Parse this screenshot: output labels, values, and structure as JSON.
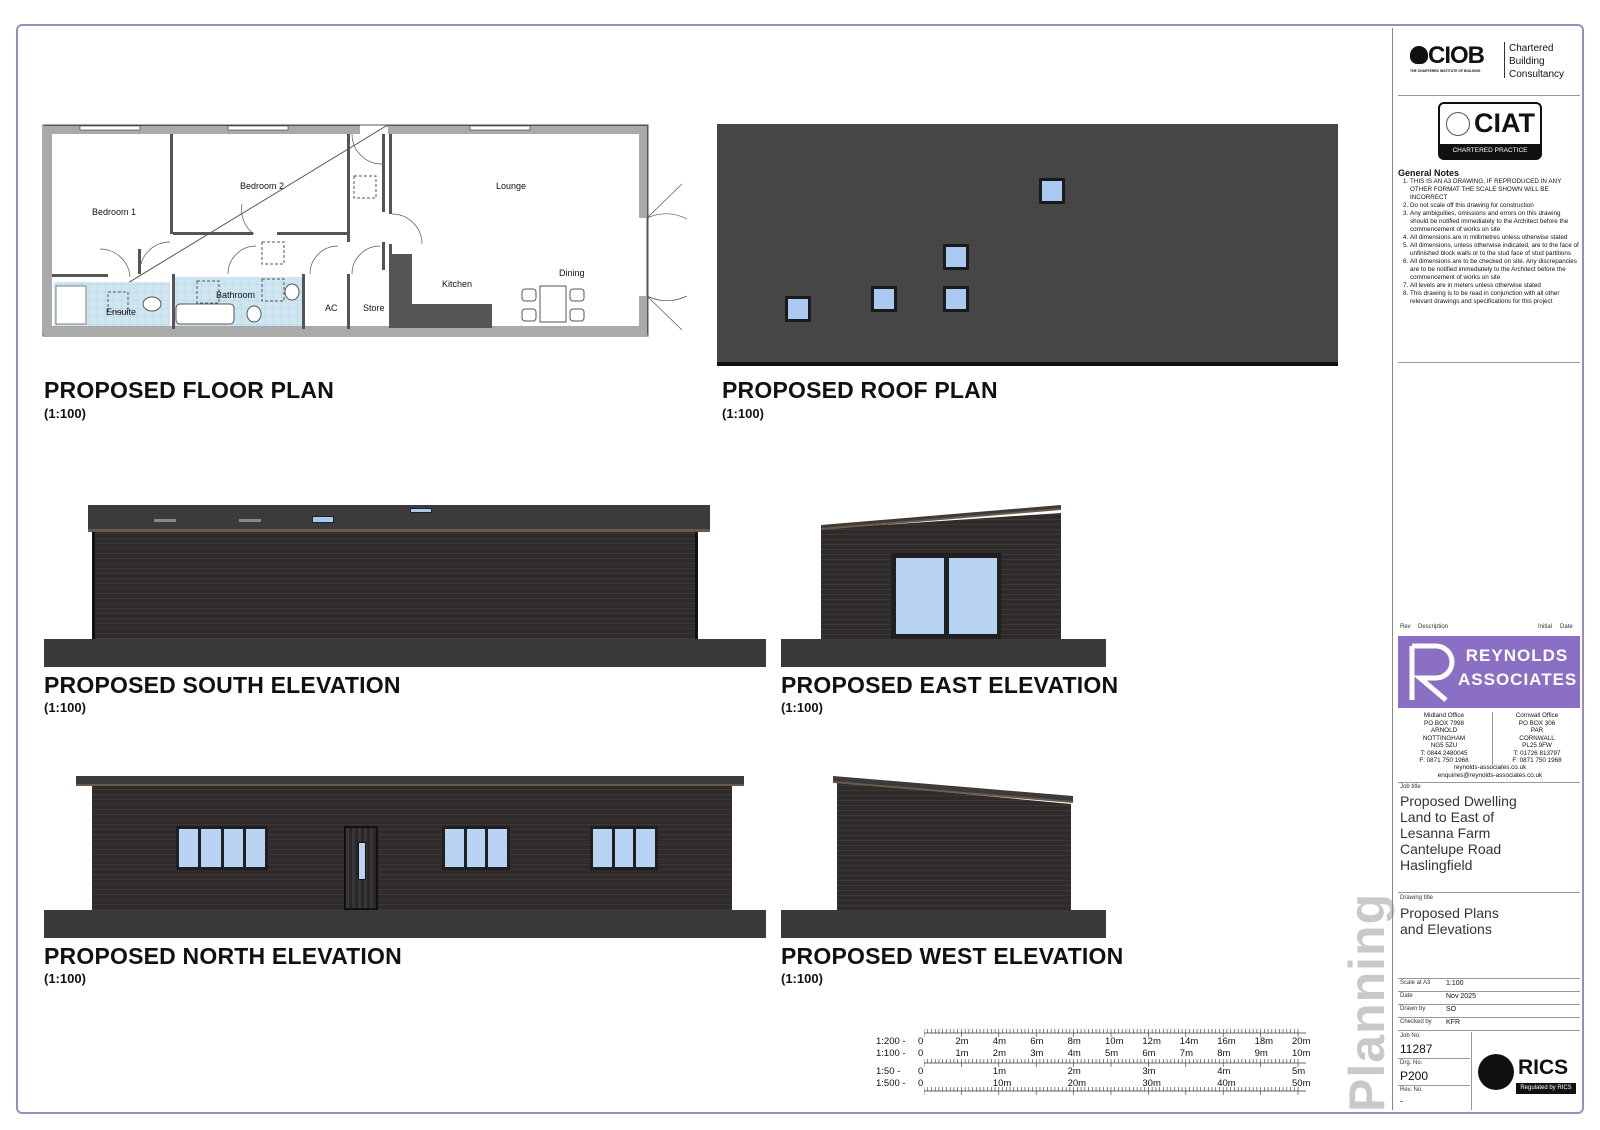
{
  "drawings": {
    "floor_plan": {
      "title": "PROPOSED FLOOR PLAN",
      "scale": "(1:100)"
    },
    "roof_plan": {
      "title": "PROPOSED ROOF PLAN",
      "scale": "(1:100)"
    },
    "south": {
      "title": "PROPOSED SOUTH ELEVATION",
      "scale": "(1:100)"
    },
    "east": {
      "title": "PROPOSED EAST ELEVATION",
      "scale": "(1:100)"
    },
    "north": {
      "title": "PROPOSED NORTH ELEVATION",
      "scale": "(1:100)"
    },
    "west": {
      "title": "PROPOSED WEST ELEVATION",
      "scale": "(1:100)"
    }
  },
  "rooms": {
    "bedroom1": "Bedroom 1",
    "bedroom2": "Bedroom 2",
    "lounge": "Lounge",
    "ensuite": "Ensuite",
    "bathroom": "Bathroom",
    "ac": "AC",
    "store": "Store",
    "kitchen": "Kitchen",
    "dining": "Dining"
  },
  "stamp": "Planning",
  "logos": {
    "ciob": "CIOB",
    "ciob_sub": "THE CHARTERED INSTITUTE OF BUILDING",
    "ciob_side": [
      "Chartered",
      "Building",
      "Consultancy"
    ],
    "ciat": "CIAT",
    "ciat_sub": "CHARTERED PRACTICE",
    "reynolds_1": "REYNOLDS",
    "reynolds_2": "ASSOCIATES",
    "rics": "RICS",
    "rics_sub": "Regulated by RICS"
  },
  "notes": {
    "heading": "General Notes",
    "items": [
      "THIS IS AN A3 DRAWING, IF REPRODUCED IN ANY OTHER FORMAT THE SCALE SHOWN WILL BE INCORRECT",
      "Do not scale off this drawing for construction",
      "Any ambiguities, omissions and errors on this drawing should be notified immediately to the Architect before the commencement of works on site",
      "All dimensions are in millimetres unless otherwise stated",
      "All dimensions, unless otherwise indicated, are to the face of unfinished block walls or to the stud face of stud partitions",
      "All dimensions are to be checked on site. Any discrepancies are to be notified immediately to the Architect before the commencement of works on site",
      "All levels are in meters unless otherwise stated",
      "This drawing is to be read in conjunction with all other relevant drawings and specifications for this project"
    ]
  },
  "revision_header": {
    "rev": "Rev",
    "description": "Description",
    "initial": "Initial",
    "date": "Date"
  },
  "offices": {
    "midland": [
      "Midland Office",
      "PO BOX 7998",
      "ARNOLD",
      "NOTTINGHAM",
      "NG5 5ZU",
      "T: 0844 2480045",
      "F: 0871 750 1968"
    ],
    "cornwall": [
      "Cornwall Office",
      "PO BOX 306",
      "PAR",
      "CORNWALL",
      "PL25 9FW",
      "T: 01726 813797",
      "F: 0871 750 1968"
    ],
    "web": "reynolds-associates.co.uk",
    "email": "enquiries@reynolds-associates.co.uk"
  },
  "job_title": {
    "label": "Job title",
    "lines": [
      "Proposed Dwelling",
      "Land to East of",
      "Lesanna Farm",
      "Cantelupe Road",
      "Haslingfield"
    ]
  },
  "drawing_title": {
    "label": "Drawing title",
    "lines": [
      "Proposed Plans",
      "and Elevations"
    ]
  },
  "info": {
    "scale_label": "Scale at A3",
    "scale_value": "1:100",
    "date_label": "Date",
    "date_value": "Nov 2025",
    "drawn_label": "Drawn by",
    "drawn_value": "SO",
    "checked_label": "Checked by",
    "checked_value": "KFR",
    "job_no_label": "Job No.",
    "job_no_value": "11287",
    "drg_no_label": "Drg. No.",
    "drg_no_value": "P200",
    "rev_no_label": "Rev. No.",
    "rev_no_value": "-"
  },
  "scale_bars": {
    "s200": {
      "label": "1:200 -",
      "ticks": [
        "0",
        "2m",
        "4m",
        "6m",
        "8m",
        "10m",
        "12m",
        "14m",
        "16m",
        "18m",
        "20m"
      ]
    },
    "s100": {
      "label": "1:100 -",
      "ticks": [
        "0",
        "1m",
        "2m",
        "3m",
        "4m",
        "5m",
        "6m",
        "7m",
        "8m",
        "9m",
        "10m"
      ]
    },
    "s50": {
      "label": "1:50  -",
      "ticks": [
        "0",
        "1m",
        "2m",
        "3m",
        "4m",
        "5m"
      ]
    },
    "s500": {
      "label": "1:500 -",
      "ticks": [
        "0",
        "10m",
        "20m",
        "30m",
        "40m",
        "50m"
      ]
    }
  },
  "colors": {
    "border": "#9b8cc0",
    "brand_purple": "#8a6fc4",
    "glass": "#b9d3f2",
    "cladding": "#2e2b2a"
  }
}
